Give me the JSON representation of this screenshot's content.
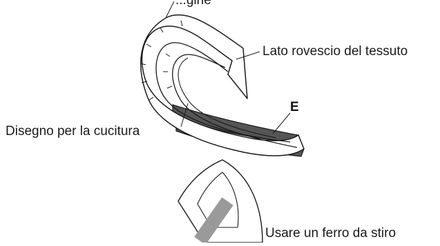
{
  "labels": {
    "seam_allowance_partial": "...gine",
    "fabric_wrong_side": "Lato rovescio del tessuto",
    "sewing_pattern": "Disegno per la cucitura",
    "marker": "E",
    "use_iron": "Usare un ferro da stiro"
  },
  "colors": {
    "line": "#1a1a1a",
    "dark_strip": "#555555",
    "iron_handle": "#9a9a9a"
  }
}
